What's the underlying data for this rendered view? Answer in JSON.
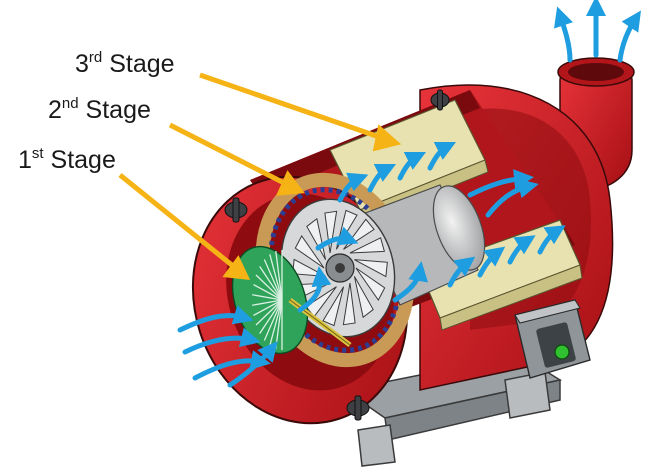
{
  "labels": {
    "stage3": {
      "number": "3",
      "suffix": "rd",
      "word": "Stage"
    },
    "stage2": {
      "number": "2",
      "suffix": "nd",
      "word": "Stage"
    },
    "stage1": {
      "number": "1",
      "suffix": "st",
      "word": "Stage"
    }
  },
  "colors": {
    "housing_red": "#d7191f",
    "housing_dark": "#8e0c10",
    "pointer_orange": "#f5b315",
    "airflow_blue": "#1e9ee0",
    "stage_pad": "#e8e2b0",
    "fan_green": "#2fa35a",
    "motor_gray": "#c9cbcd",
    "switch_green": "#30c030"
  },
  "icons": [
    "airflow-arrow-icon",
    "power-switch-icon",
    "wing-nut-icon"
  ]
}
